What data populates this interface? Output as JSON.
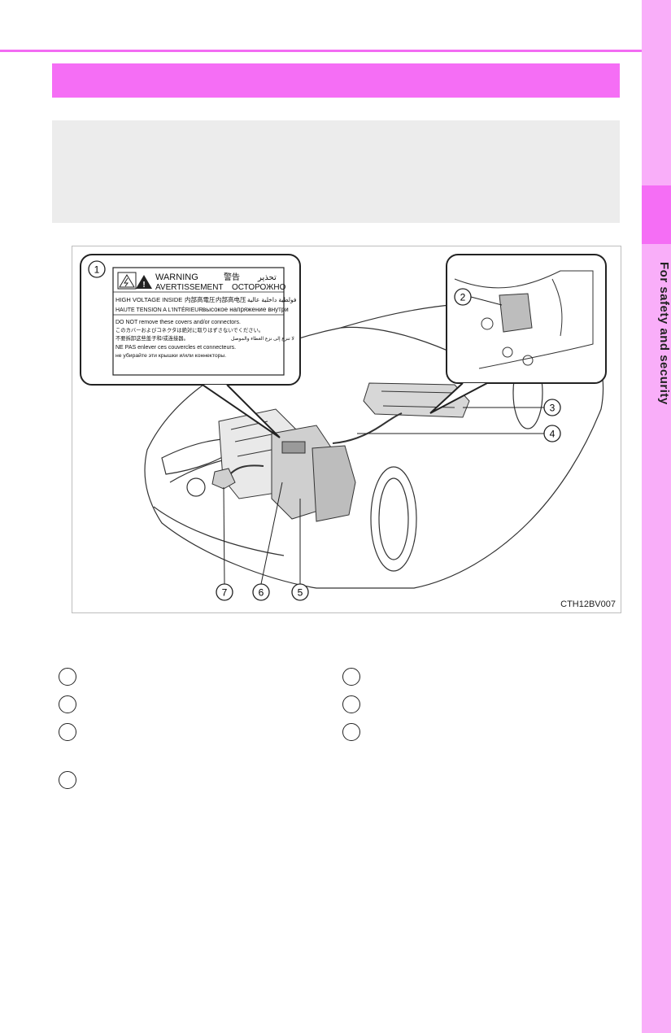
{
  "sidebar": {
    "section_label": "For safety and security"
  },
  "figure": {
    "code": "CTH12BV007",
    "callouts": [
      "1",
      "2",
      "3",
      "4",
      "5",
      "6",
      "7"
    ],
    "warning_label": {
      "line_warning": "WARNING",
      "line_jp": "警告",
      "line_ar": "تحذير",
      "line_fr": "AVERTISSEMENT",
      "line_ru": "ОСТОРОЖНО",
      "hv_en": "HIGH VOLTAGE INSIDE",
      "hv_jp": "内部高電圧",
      "hv_cn": "内部高电压",
      "hv_ar": "فولطية داخلية عالية",
      "hv_fr": "HAUTE TENSION A L'INTÉRIEUR",
      "hv_ru": "высокое напряжение внутри",
      "rm_en": "DO NOT remove these covers and/or connectors.",
      "rm_jp": "このカバーおよびコネクタは絶対に取りはずさないでください。",
      "rm_cn": "不要拆卸这些盖子和/或连接器。",
      "rm_ar": "لا تنزع إلى نزع الغطاء والموصل",
      "rm_fr": "NE PAS enlever ces couvercles et connecteurs.",
      "rm_ru": "не убирайте эти крышки и/или коннекторы."
    }
  },
  "colors": {
    "accent": "#f56ef5",
    "tab": "#f9aef9",
    "rule": "#f36cf3",
    "box": "#ececec"
  }
}
